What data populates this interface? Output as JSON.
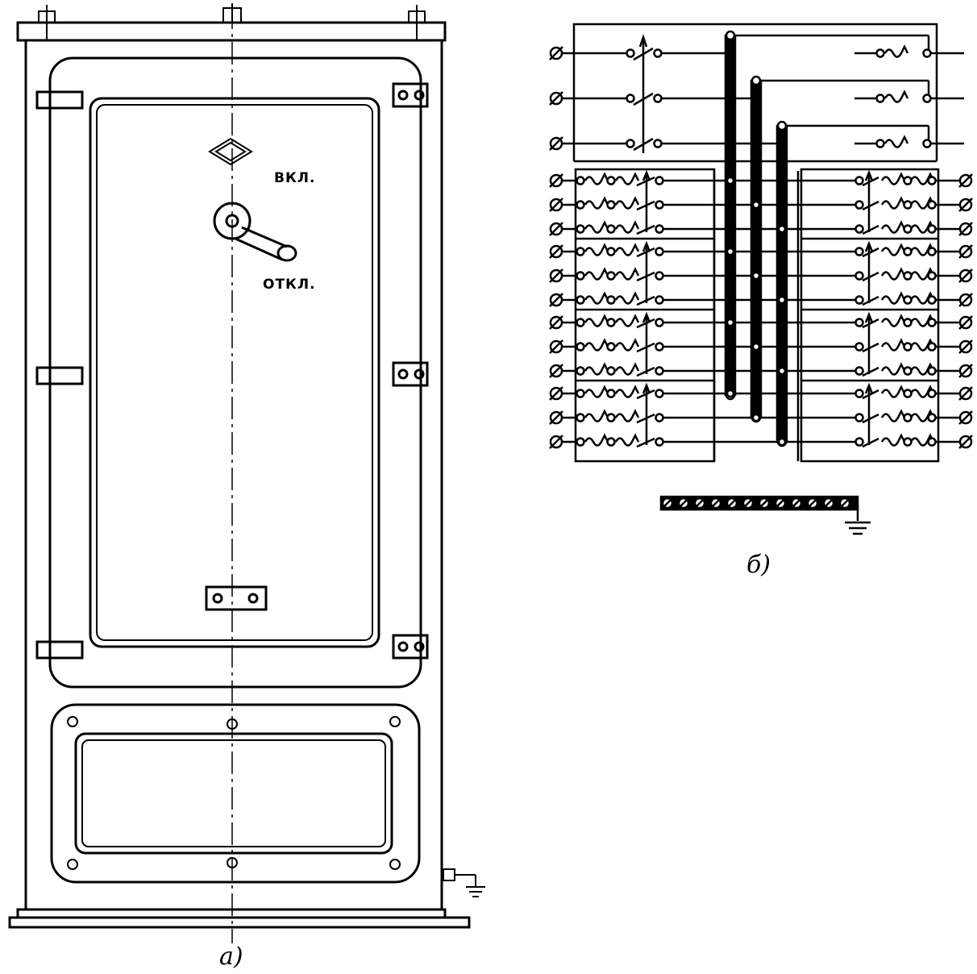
{
  "panel_a": {
    "label_on": "ВКЛ.",
    "label_off": "ОТКЛ.",
    "caption": "а)",
    "icons": [
      "manufacturer-logo-icon",
      "handle-lever-icon",
      "hinge-icon",
      "latch-icon",
      "ground-symbol-icon"
    ]
  },
  "panel_b": {
    "caption": "б)",
    "group_count": 4,
    "circuits_per_group": 3,
    "input_terminals": 3,
    "bus_bars": 3,
    "icons": [
      "terminal-icon",
      "switch-icon",
      "fuse-icon",
      "bus-bar-icon",
      "ground-symbol-icon"
    ]
  },
  "colors": {
    "ink": "#000000",
    "paper": "#ffffff"
  }
}
